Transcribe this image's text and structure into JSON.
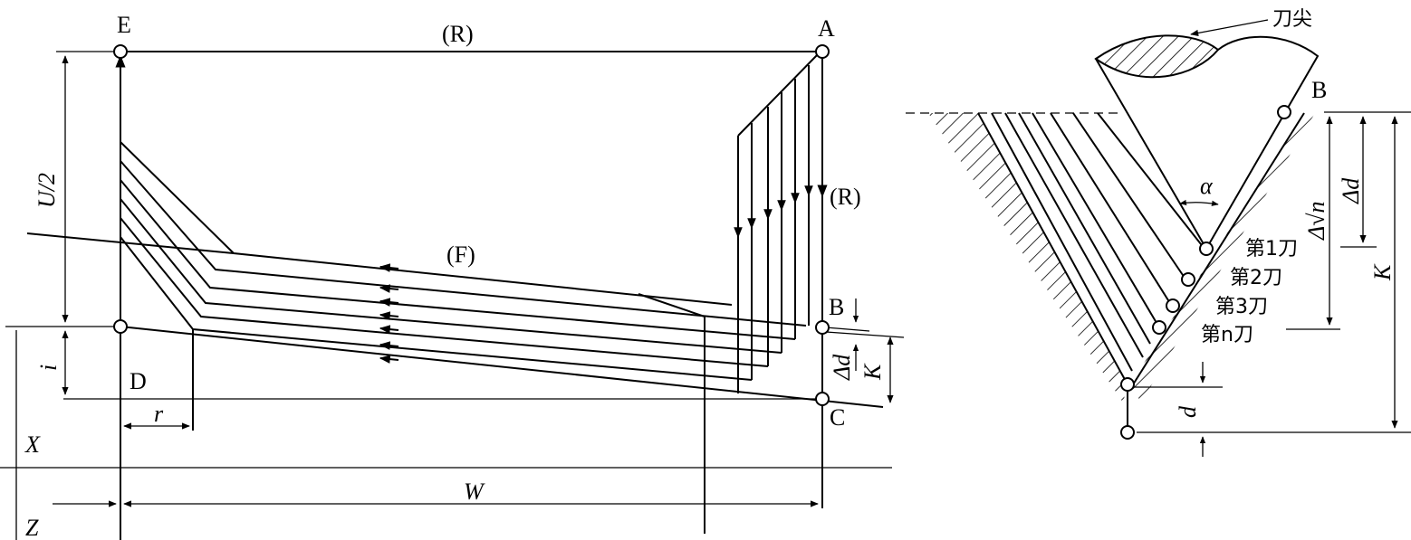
{
  "left": {
    "points": {
      "E": "E",
      "A": "A",
      "B": "B",
      "C": "C",
      "D": "D"
    },
    "labels": {
      "rapid_top": "(R)",
      "rapid_right": "(R)",
      "feed": "(F)",
      "u_half": "U/2",
      "i": "i",
      "r": "r",
      "delta_d": "Δd",
      "k": "K",
      "w": "W",
      "x_axis": "X",
      "z_axis": "Z"
    }
  },
  "right": {
    "labels": {
      "tool_tip": "刀尖",
      "point_b": "B",
      "alpha": "α",
      "delta_sqrt_n": "Δ√n",
      "delta_d": "Δd",
      "k": "K",
      "d": "d"
    },
    "passes": [
      "第1刀",
      "第2刀",
      "第3刀",
      "第n刀"
    ]
  },
  "colors": {
    "line": "#000000",
    "background": "#ffffff"
  }
}
